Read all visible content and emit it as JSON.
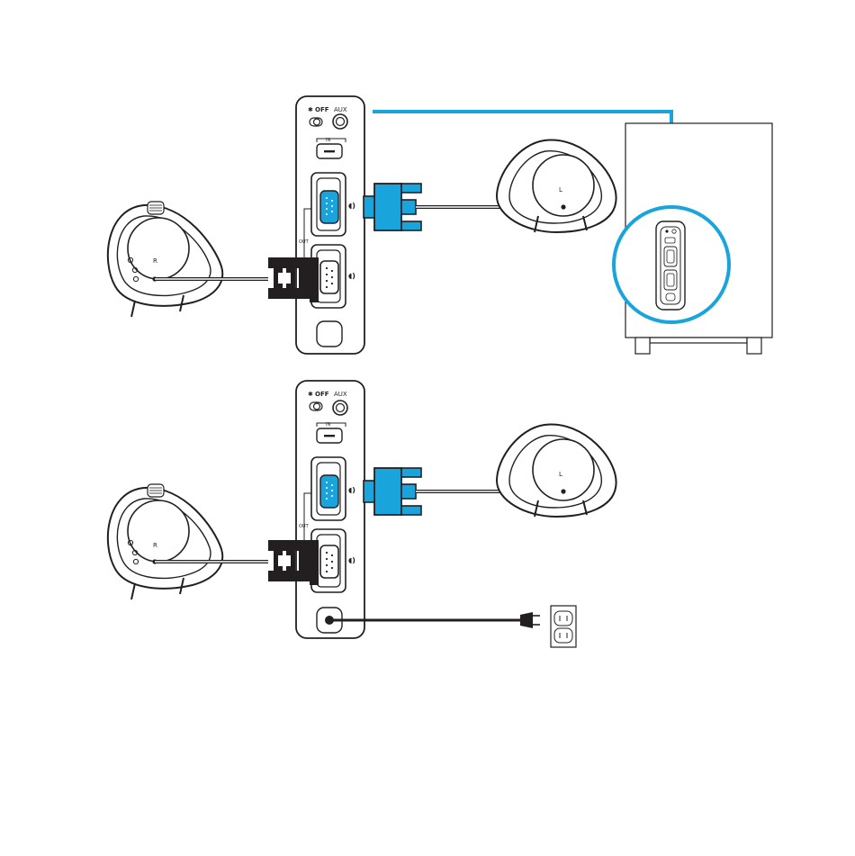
{
  "panel_top": {
    "bt_off_label": "OFF",
    "aux_label": "AUX",
    "in_label": "IN",
    "out_label": "OUT"
  },
  "panel_bottom": {
    "bt_off_label": "OFF",
    "aux_label": "AUX",
    "in_label": "IN",
    "out_label": "OUT"
  },
  "speaker_labels": {
    "left": "L",
    "right": "R"
  },
  "colors": {
    "highlight": "#1aa4dc",
    "connector_dark": "#231f20",
    "line": "#231f20"
  }
}
